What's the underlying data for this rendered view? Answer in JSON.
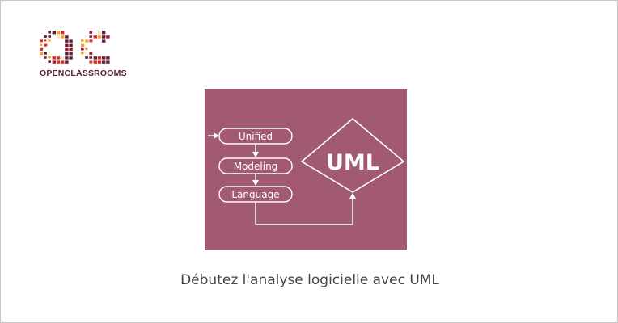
{
  "brand": {
    "name": "OPENCLASSROOMS",
    "colors": {
      "dark": "#5a1f33",
      "orange": "#e8a33d",
      "red": "#c8322f",
      "crimson": "#9b1b30",
      "cream": "#f6e6cf"
    }
  },
  "illustration": {
    "background": "#a15a72",
    "steps": [
      "Unified",
      "Modeling",
      "Language"
    ],
    "diamond_label": "UML"
  },
  "course": {
    "title": "Débutez l'analyse logicielle avec UML"
  }
}
